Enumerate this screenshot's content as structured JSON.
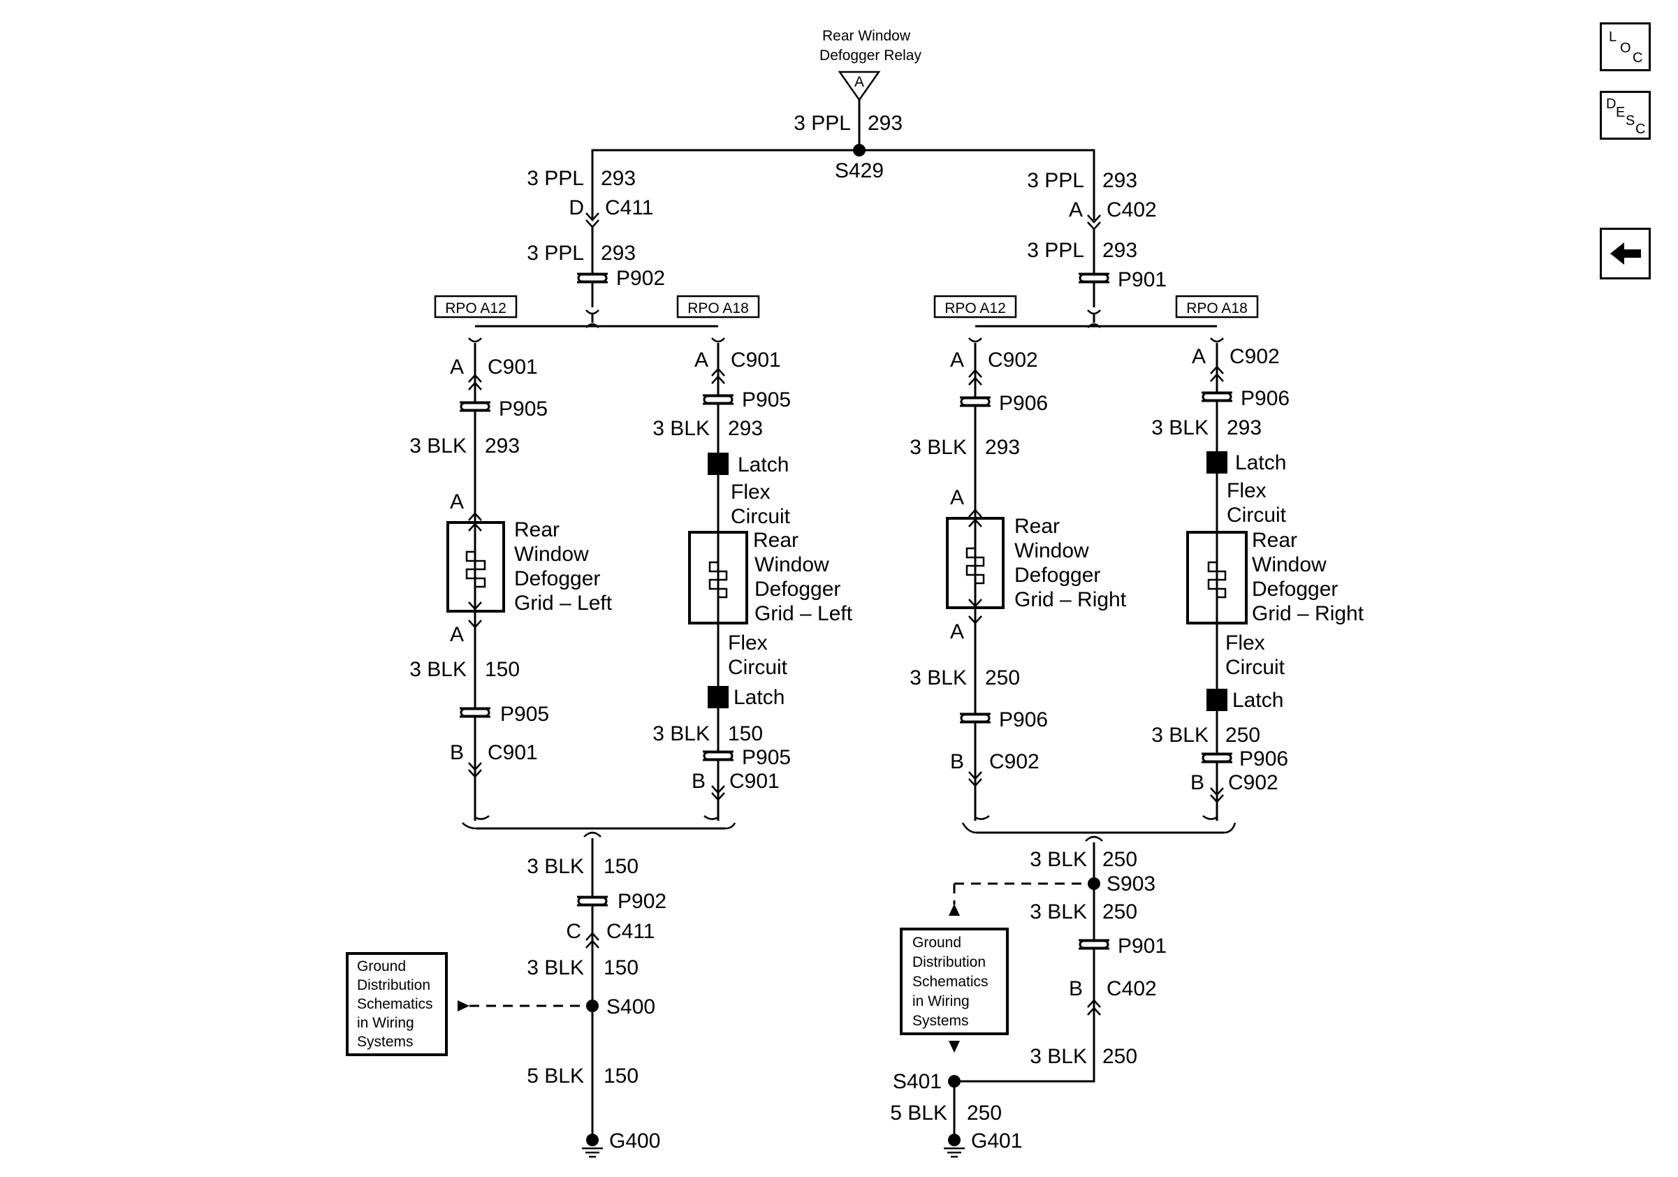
{
  "relay": {
    "line1": "Rear Window",
    "line2": "Defogger Relay",
    "pin": "A"
  },
  "top": {
    "gauge": "3 PPL",
    "circuit": "293",
    "splice": "S429"
  },
  "wires": {
    "ppl": "3 PPL",
    "c293": "293",
    "blk3": "3 BLK",
    "blk5": "5 BLK",
    "c150": "150",
    "c250": "250"
  },
  "pins": {
    "A": "A",
    "B": "B",
    "C": "C",
    "D": "D"
  },
  "connectors": {
    "C411": "C411",
    "C402": "C402",
    "P902": "P902",
    "P901": "P901",
    "C901": "C901",
    "C902": "C902",
    "P905": "P905",
    "P906": "P906"
  },
  "options": {
    "a12": "RPO A12",
    "a18": "RPO A18"
  },
  "latch": "Latch",
  "flex": {
    "l1": "Flex",
    "l2": "Circuit"
  },
  "grid_left": [
    "Rear",
    "Window",
    "Defogger",
    "Grid – Left"
  ],
  "grid_right": [
    "Rear",
    "Window",
    "Defogger",
    "Grid – Right"
  ],
  "ground_ref": [
    "Ground",
    "Distribution",
    "Schematics",
    "in Wiring",
    "Systems"
  ],
  "splices": {
    "S400": "S400",
    "S401": "S401",
    "S903": "S903"
  },
  "grounds": {
    "G400": "G400",
    "G401": "G401"
  },
  "nav": {
    "loc": [
      "L",
      "O",
      "C"
    ],
    "desc": [
      "D",
      "E",
      "S",
      "C"
    ],
    "back": "←"
  }
}
